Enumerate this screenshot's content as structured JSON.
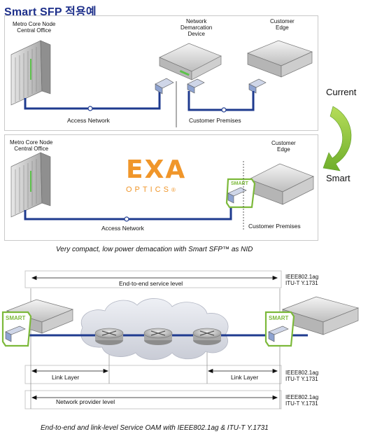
{
  "title": "Smart SFP 적용예",
  "top_diagram": {
    "metro_core_node": "Metro Core Node\nCentral Office",
    "nid": "Network\nDemarcation\nDevice",
    "customer_edge": "Customer\nEdge",
    "access_network": "Access Network",
    "customer_premises": "Customer Premises"
  },
  "flow": {
    "current": "Current",
    "smart": "Smart"
  },
  "bottom_diagram": {
    "metro_core_node": "Metro Core Node\nCentral Office",
    "customer_edge": "Customer\nEdge",
    "access_network": "Access Network",
    "customer_premises": "Customer Premises"
  },
  "logo": {
    "main": "EXA",
    "sub": "OPTICS",
    "mark": "®"
  },
  "smart_tag": "SMART",
  "caption1": "Very compact, low power demacation with Smart SFP™ as NID",
  "oam": {
    "e2e_level": "End-to-end service level",
    "link_layer": "Link Layer",
    "network_provider_level": "Network provider level",
    "std_line1": "IEEE802.1ag",
    "std_line2": "ITU-T Y.1731"
  },
  "caption2": "End-to-end and link-level Service OAM with IEEE802.1ag & ITU-T Y.1731",
  "colors": {
    "title": "#1d2f8a",
    "link": "#1f3b8f",
    "accent_green": "#7cb93a",
    "logo_orange": "#f0962a"
  }
}
